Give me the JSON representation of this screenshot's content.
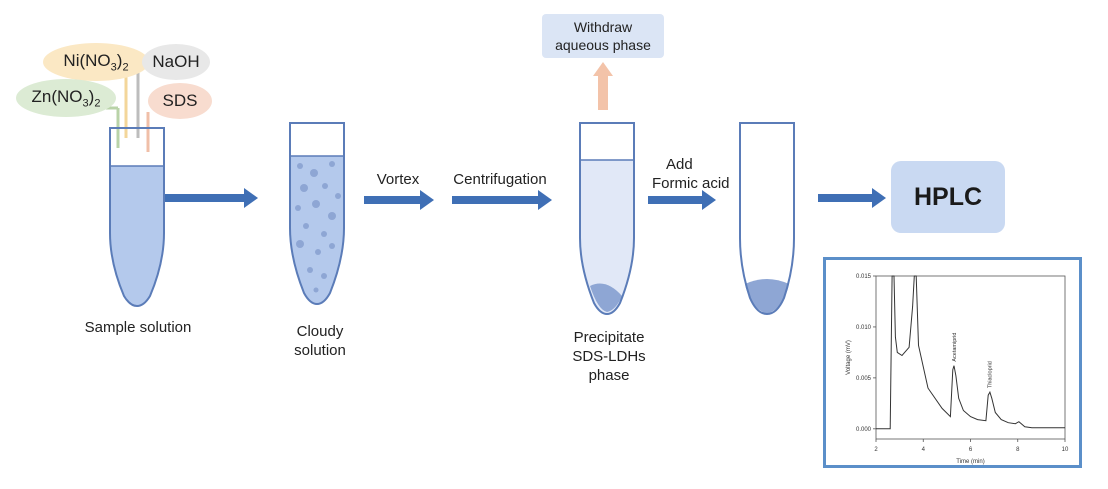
{
  "reagents": {
    "ni": {
      "base": "Ni(NO",
      "sub1": "3",
      "close": ")",
      "sub2": "2"
    },
    "naoh": "NaOH",
    "zn": {
      "base": "Zn(NO",
      "sub1": "3",
      "close": ")",
      "sub2": "2"
    },
    "sds": "SDS"
  },
  "steps": {
    "sample": "Sample solution",
    "cloudy": [
      "Cloudy",
      "solution"
    ],
    "vortex": "Vortex",
    "centrifugation": "Centrifugation",
    "add": [
      "Add",
      "Formic acid"
    ],
    "precipitate": [
      "Precipitate",
      "SDS-LDHs",
      "phase"
    ],
    "withdraw": [
      "Withdraw",
      "aqueous phase"
    ],
    "hplc": "HPLC"
  },
  "colors": {
    "arrow": "#3f6fb5",
    "liquid": "#b4c9ec",
    "tube_stroke": "#5b7cb8",
    "hplc_box": "#c9d9f2",
    "withdraw_box": "#dbe5f5",
    "withdraw_arrow": "#f3c3a9",
    "ni_pill": "#fbe8c4",
    "naoh_pill": "#e8e8e8",
    "zn_pill": "#dcebd4",
    "sds_pill": "#f8dccf",
    "chromatogram_frame": "#5b8fc9"
  },
  "chart_data": {
    "type": "line",
    "xlabel": "Time (min)",
    "ylabel": "Voltage (mV)",
    "xlim": [
      2,
      10
    ],
    "ylim": [
      -0.001,
      0.015
    ],
    "xticks": [
      "2",
      "4",
      "6",
      "8",
      "10"
    ],
    "yticks": [
      "0.000",
      "0.005",
      "0.010",
      "0.015"
    ],
    "peak_labels": [
      {
        "text": "Acetamiprid",
        "x": 5.3,
        "y": 0.0062
      },
      {
        "text": "Thiacloprid",
        "x": 6.8,
        "y": 0.0036
      }
    ],
    "series": [
      {
        "x": [
          2.0,
          2.6,
          2.68,
          2.76,
          2.82,
          2.9,
          3.1,
          3.4,
          3.55,
          3.62,
          3.7,
          3.8,
          4.2,
          4.8,
          5.15,
          5.25,
          5.3,
          5.38,
          5.5,
          5.7,
          6.0,
          6.3,
          6.65,
          6.75,
          6.82,
          6.9,
          7.05,
          7.3,
          7.6,
          7.9,
          8.05,
          8.15,
          8.3,
          8.6,
          9.0,
          10.0
        ],
        "y": [
          0.0,
          0.0,
          0.015,
          0.015,
          0.009,
          0.0075,
          0.0072,
          0.008,
          0.012,
          0.015,
          0.015,
          0.0082,
          0.004,
          0.002,
          0.0012,
          0.0058,
          0.0062,
          0.0052,
          0.003,
          0.0018,
          0.0012,
          0.0009,
          0.0008,
          0.0033,
          0.0036,
          0.003,
          0.0016,
          0.0009,
          0.0006,
          0.0005,
          0.0007,
          0.0005,
          0.0002,
          0.0001,
          0.0001,
          0.0001
        ]
      }
    ]
  }
}
